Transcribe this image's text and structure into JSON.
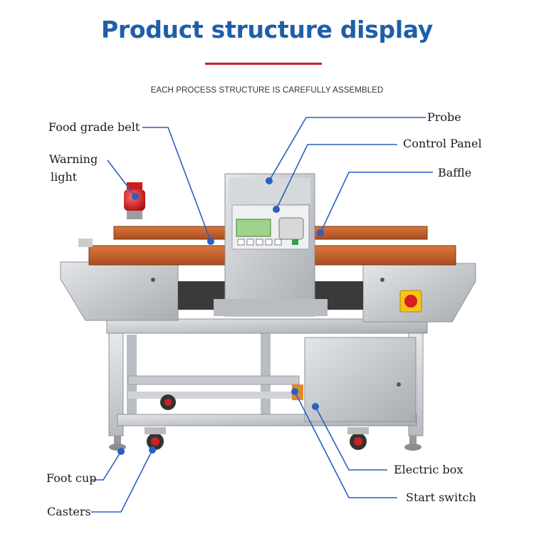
{
  "header": {
    "title": "Product structure display",
    "subtitle": "EACH PROCESS STRUCTURE IS CAREFULLY ASSEMBLED"
  },
  "labels": {
    "food_grade_belt": "Food grade belt",
    "warning_light_line1": "Warning",
    "warning_light_line2": "light",
    "probe": "Probe",
    "control_panel": "Control Panel",
    "baffle": "Baffle",
    "foot_cup": "Foot cup",
    "casters": "Casters",
    "electric_box": "Electric box",
    "start_switch": "Start switch"
  },
  "colors": {
    "title": "#1f5fa8",
    "underline": "#c8202a",
    "leader_line": "#2a5fc4",
    "belt": "#c7622c",
    "steel": "#c9ccd0",
    "warning_light": "#d81e1e"
  }
}
